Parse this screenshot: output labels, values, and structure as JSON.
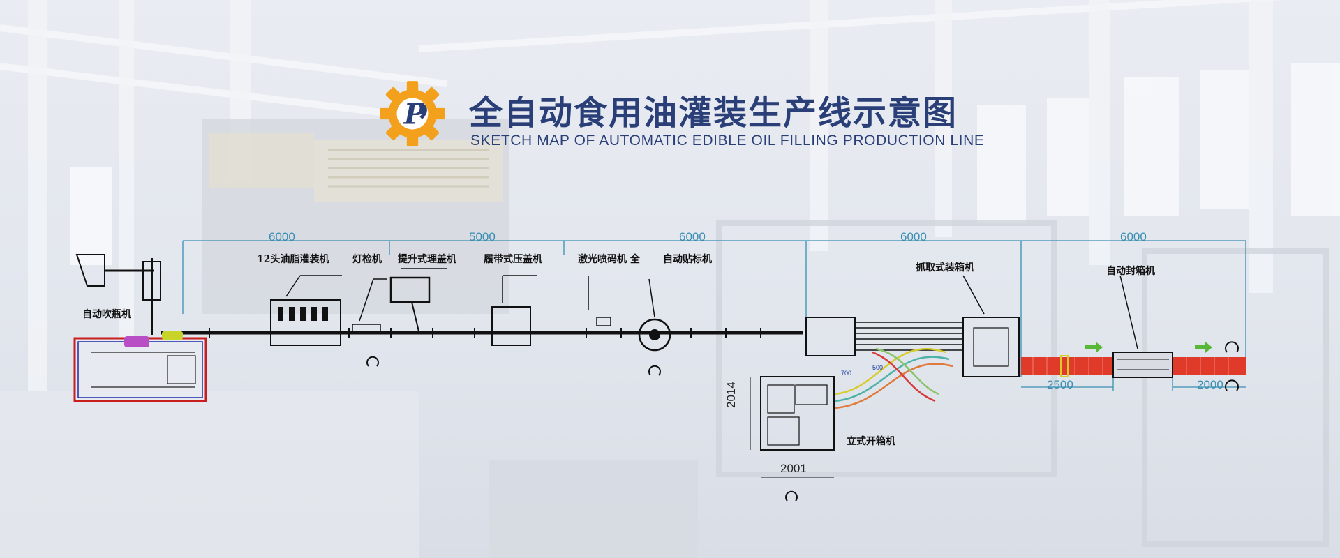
{
  "title": "全自动食用油灌装生产线示意图",
  "subtitle": "SKETCH MAP OF AUTOMATIC EDIBLE OIL FILLING PRODUCTION LINE",
  "logo_letter": "P",
  "colors": {
    "title": "#2a3f78",
    "gear": "#f3a11c",
    "dimension": "#3a8fb3",
    "conveyor": "#e03a2a"
  },
  "dimensions_top": [
    "6000",
    "5000",
    "6000",
    "6000",
    "6000"
  ],
  "dimensions_other": {
    "conveyor_left": "2500",
    "conveyor_right": "2000",
    "box_height": "2014",
    "box_width": "2001",
    "guide_700": "700",
    "guide_500": "500"
  },
  "labels": {
    "blow_molding": "自动吹瓶机",
    "filling": "12头油脂灌装机",
    "inspection": "灯检机",
    "cap_sorter": "提升式理盖机",
    "capper": "履带式压盖机",
    "laser_coder": "激光喷码机 全",
    "labeler": "自动贴标机",
    "case_packer": "抓取式装箱机",
    "case_sealer": "自动封箱机",
    "case_erector": "立式开箱机"
  }
}
